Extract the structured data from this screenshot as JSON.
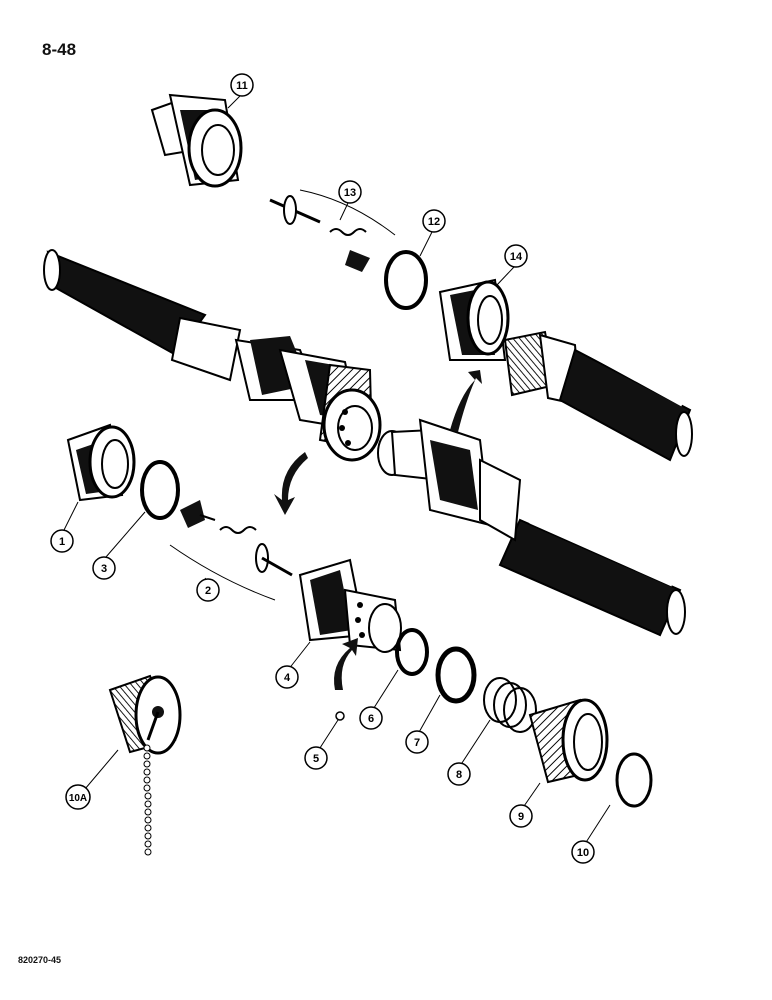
{
  "page_number": "8-48",
  "figure_code": "820270-45",
  "callouts": [
    {
      "label": "1"
    },
    {
      "label": "2"
    },
    {
      "label": "3"
    },
    {
      "label": "4"
    },
    {
      "label": "5"
    },
    {
      "label": "6"
    },
    {
      "label": "7"
    },
    {
      "label": "8"
    },
    {
      "label": "9"
    },
    {
      "label": "10"
    },
    {
      "label": "10A"
    },
    {
      "label": "11"
    },
    {
      "label": "12"
    },
    {
      "label": "13"
    },
    {
      "label": "14"
    }
  ]
}
